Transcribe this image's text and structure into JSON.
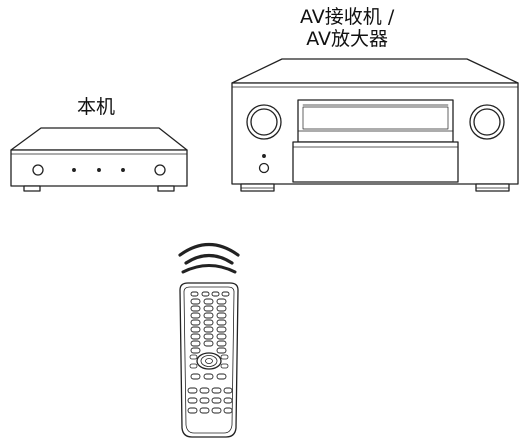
{
  "labels": {
    "this_unit": "本机",
    "receiver_line1": "AV接收机 /",
    "receiver_line2": "AV放大器"
  },
  "icons": {
    "remote": "remote-control-icon",
    "signal": "ir-signal-icon"
  }
}
